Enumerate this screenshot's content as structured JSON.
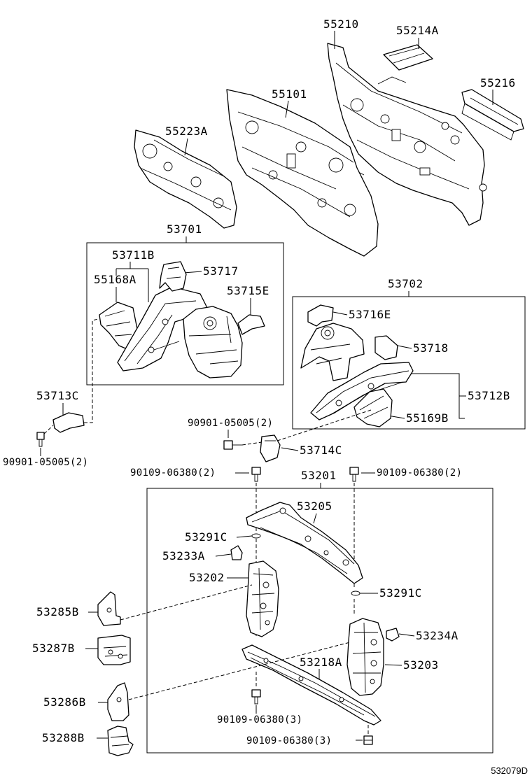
{
  "diagram_id": "532079D",
  "parts": {
    "p55210": "55210",
    "p55214A": "55214A",
    "p55216": "55216",
    "p55101": "55101",
    "p55223A": "55223A",
    "p53701": "53701",
    "p53711B": "53711B",
    "p53717": "53717",
    "p55168A": "55168A",
    "p53715E": "53715E",
    "p53702": "53702",
    "p53716E": "53716E",
    "p53718": "53718",
    "p53712B": "53712B",
    "p55169B": "55169B",
    "p53713C": "53713C",
    "p90901_left": "90901-05005(2)",
    "p90901_mid": "90901-05005(2)",
    "p53714C": "53714C",
    "p90109_left": "90109-06380(2)",
    "p90109_right": "90109-06380(2)",
    "p53201": "53201",
    "p53205": "53205",
    "p53291C_a": "53291C",
    "p53233A": "53233A",
    "p53202": "53202",
    "p53291C_b": "53291C",
    "p53285B": "53285B",
    "p53234A": "53234A",
    "p53287B": "53287B",
    "p53218A": "53218A",
    "p53203": "53203",
    "p53286B": "53286B",
    "p90109_bot1": "90109-06380(3)",
    "p53288B": "53288B",
    "p90109_bot2": "90109-06380(3)"
  }
}
